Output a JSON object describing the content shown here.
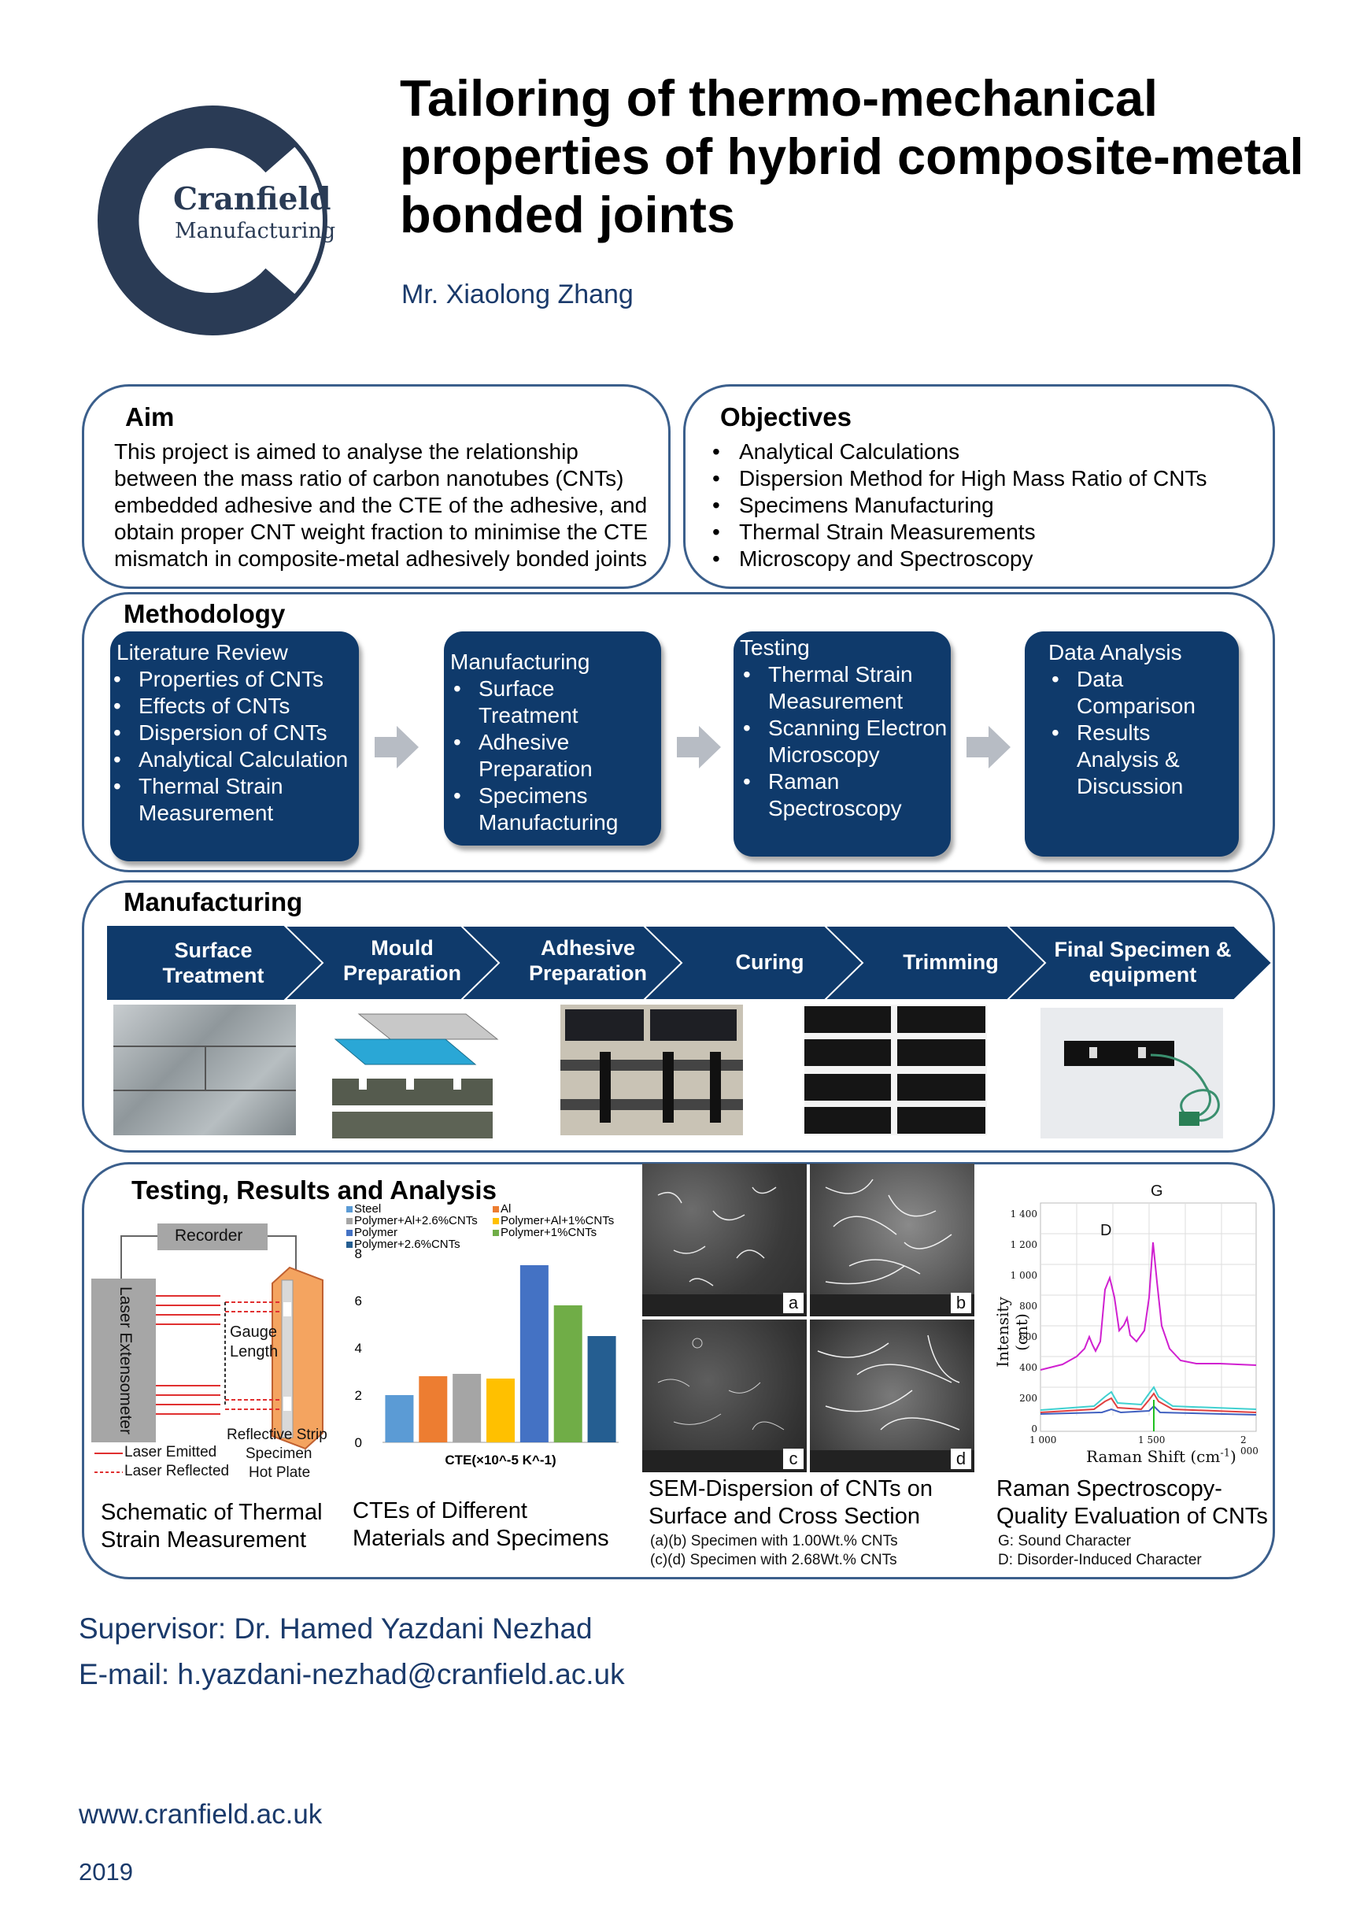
{
  "logo": {
    "line1": "Cranfield",
    "line2": "Manufacturing"
  },
  "title": "Tailoring of thermo-mechanical properties of hybrid composite-metal bonded joints",
  "author": "Mr. Xiaolong Zhang",
  "aim": {
    "heading": "Aim",
    "text": "This project is aimed to analyse the relationship between the mass ratio of carbon nanotubes (CNTs) embedded adhesive and the CTE of the adhesive, and obtain proper CNT weight fraction to minimise the CTE mismatch in composite-metal adhesively bonded joints"
  },
  "objectives": {
    "heading": "Objectives",
    "items": [
      "Analytical Calculations",
      "Dispersion Method for High Mass Ratio of CNTs",
      "Specimens Manufacturing",
      "Thermal Strain Measurements",
      "Microscopy and Spectroscopy"
    ]
  },
  "methodology": {
    "heading": "Methodology",
    "boxes": [
      {
        "title": "Literature Review",
        "items": [
          "Properties of CNTs",
          "Effects of CNTs",
          "Dispersion of CNTs",
          "Analytical Calculation",
          "Thermal Strain Measurement"
        ]
      },
      {
        "title": "Manufacturing",
        "items": [
          "Surface Treatment",
          "Adhesive Preparation",
          "Specimens Manufacturing"
        ]
      },
      {
        "title": "Testing",
        "items": [
          "Thermal Strain Measurement",
          "Scanning Electron Microscopy",
          "Raman Spectroscopy"
        ]
      },
      {
        "title": "Data Analysis",
        "items": [
          "Data Comparison",
          "Results Analysis & Discussion"
        ]
      }
    ]
  },
  "manufacturing": {
    "heading": "Manufacturing",
    "steps": [
      "Surface Treatment",
      "Mould Preparation",
      "Adhesive Preparation",
      "Curing",
      "Trimming",
      "Final Specimen & equipment"
    ]
  },
  "testing": {
    "heading": "Testing, Results and Analysis",
    "schematic": {
      "recorder": "Recorder",
      "extensometer": "Laser Extensometer",
      "gauge": "Gauge Length",
      "strip": "Reflective Strip",
      "specimen": "Specimen",
      "hotplate": "Hot Plate",
      "emitted": "Laser Emitted",
      "reflected": "Laser Reflected",
      "caption": "Schematic of Thermal Strain Measurement"
    },
    "sem": {
      "labels": [
        "a",
        "b",
        "c",
        "d"
      ],
      "caption": "SEM-Dispersion of CNTs on Surface and Cross Section",
      "note1": "(a)(b) Specimen with 1.00Wt.% CNTs",
      "note2": "(c)(d) Specimen with 2.68Wt.% CNTs"
    },
    "raman": {
      "ylabel": "Intensity (cnt)",
      "xlabel": "Raman Shift (cm",
      "xlabel_sup": "-1",
      "xlabel_end": ")",
      "peak_g": "G",
      "peak_d": "D",
      "yticks": [
        "1 400",
        "1 200",
        "1 000",
        "800",
        "600",
        "400",
        "200",
        "0"
      ],
      "xticks": [
        "1 000",
        "1 500",
        "2 000"
      ],
      "caption": "Raman Spectroscopy-Quality Evaluation of CNTs",
      "note1": "G: Sound Character",
      "note2": "D: Disorder-Induced Character"
    },
    "cte_caption": "CTEs of Different Materials and Specimens"
  },
  "chart_data": {
    "type": "bar",
    "categories": [
      "Steel",
      "Al",
      "Polymer+Al+2.6%CNTs",
      "Polymer+Al+1%CNTs",
      "Polymer",
      "Polymer+1%CNTs",
      "Polymer+2.6%CNTs"
    ],
    "values": [
      2.0,
      2.8,
      2.9,
      2.7,
      7.5,
      5.8,
      4.5
    ],
    "colors": [
      "#5b9bd5",
      "#ed7d31",
      "#a5a5a5",
      "#ffc000",
      "#4472c4",
      "#70ad47",
      "#255e91"
    ],
    "xlabel": "CTE(×10^-5 K^-1)",
    "yticks": [
      "0",
      "2",
      "4",
      "6",
      "8"
    ],
    "ylim": [
      0,
      8
    ],
    "legend": "top",
    "grid": false
  },
  "footer": {
    "supervisor": "Supervisor: Dr. Hamed Yazdani Nezhad",
    "email": "E-mail: h.yazdani-nezhad@cranfield.ac.uk",
    "url": "www.cranfield.ac.uk",
    "year": "2019"
  }
}
